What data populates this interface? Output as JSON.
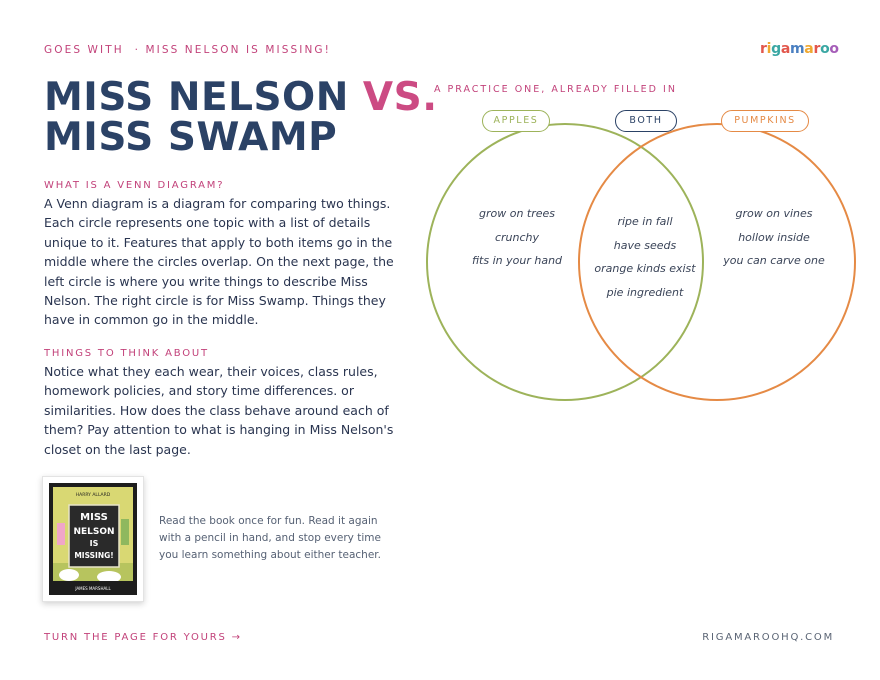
{
  "header": {
    "eyebrow": "GOES WITH  · MISS NELSON IS MISSING!",
    "brand": {
      "letters": [
        "r",
        "i",
        "g",
        "a",
        "m",
        "a",
        "r",
        "o",
        "o"
      ],
      "colors": [
        "#e2574c",
        "#f0a830",
        "#3aa7a3",
        "#e2574c",
        "#4a7fc1",
        "#f0a830",
        "#e2574c",
        "#3aa7a3",
        "#a55db8"
      ]
    }
  },
  "title": {
    "line1": "MISS NELSON",
    "vs": "VS.",
    "line2": "MISS SWAMP"
  },
  "sections": {
    "what_heading": "WHAT IS A VENN DIAGRAM?",
    "what_body": "A Venn diagram is a diagram for comparing two things. Each circle represents one topic with a list of details unique to it. Features that apply to both items go in the middle where the circles overlap. On the next page, the left circle is where you write things to describe Miss Nelson. The right circle is for Miss Swamp. Things they have in common go in the middle.",
    "think_heading": "THINGS TO THINK ABOUT",
    "think_body": "Notice what they each wear, their voices, class rules, homework policies, and story time differences. or similarities. How does the class behave around each of them? Pay attention to what is hanging in Miss Nelson's closet on the last page."
  },
  "book": {
    "author": "HARRY ALLARD",
    "title_lines": [
      "MISS",
      "NELSON",
      "IS",
      "MISSING!"
    ],
    "illustrator": "JAMES MARSHALL",
    "caption": "Read the book once for fun. Read it again with a pencil in hand, and stop every time you learn something about either teacher."
  },
  "venn": {
    "heading": "A PRACTICE ONE, ALREADY FILLED IN",
    "left": {
      "label": "APPLES",
      "color": "#9db35a",
      "items": [
        "grow on trees",
        "crunchy",
        "fits in your hand"
      ]
    },
    "both": {
      "label": "BOTH",
      "color": "#2b4266",
      "items": [
        "ripe in fall",
        "have seeds",
        "orange kinds exist",
        "pie ingredient"
      ]
    },
    "right": {
      "label": "PUMPKINS",
      "color": "#e58a45",
      "items": [
        "grow on vines",
        "hollow inside",
        "you can carve one"
      ]
    }
  },
  "footer": {
    "left": "TURN THE PAGE FOR YOURS →",
    "right": "RIGAMAROOHQ.COM"
  }
}
